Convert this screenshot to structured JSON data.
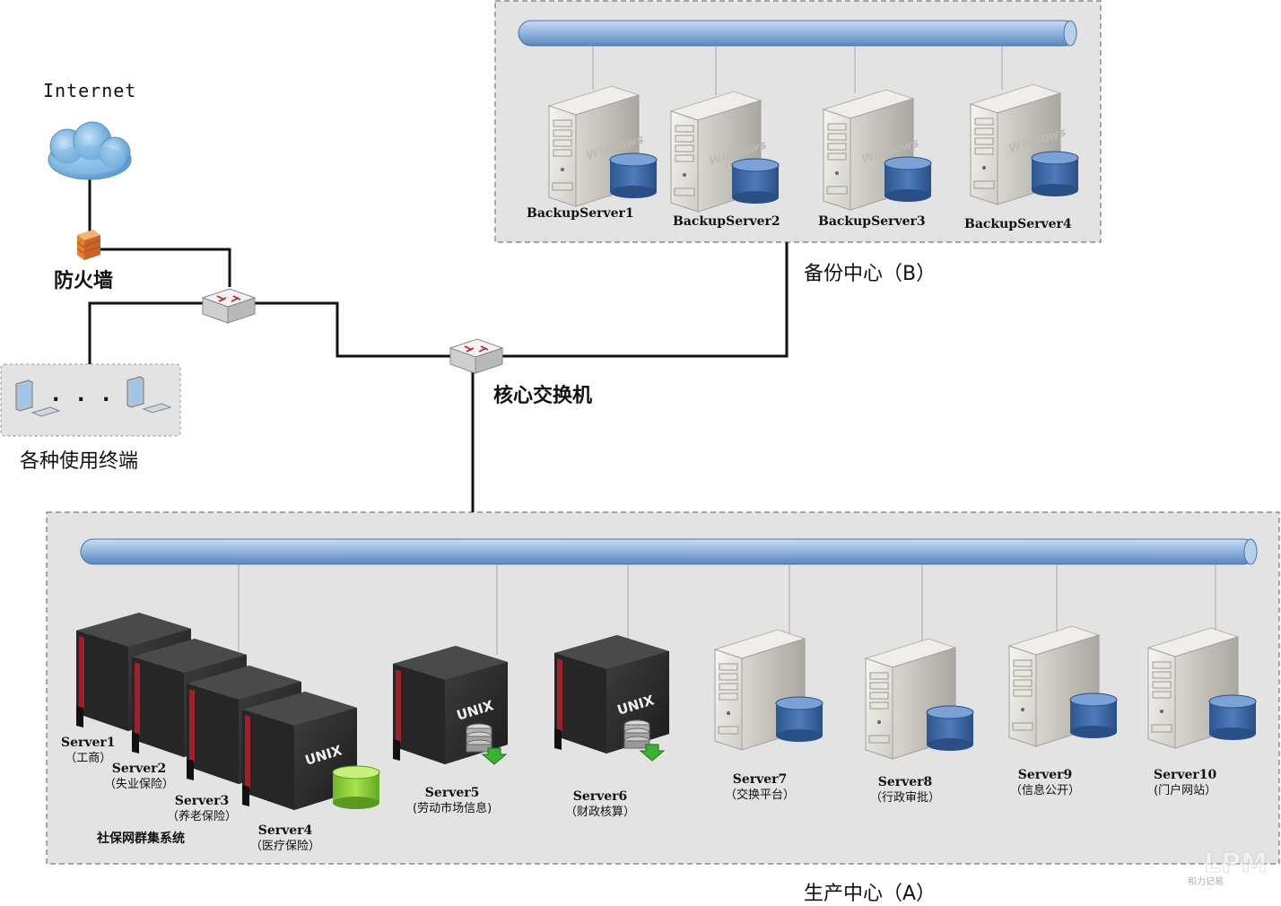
{
  "internet_label": "Internet",
  "firewall_label": "防火墙",
  "terminals_label": "各种使用终端",
  "terminals_dots": ". . .",
  "core_switch_label": "核心交换机",
  "backup_center": {
    "title": "备份中心（B）",
    "servers": [
      {
        "name": "BackupServer1",
        "os": "Windows"
      },
      {
        "name": "BackupServer2",
        "os": "Windows"
      },
      {
        "name": "BackupServer3",
        "os": "Windows"
      },
      {
        "name": "BackupServer4",
        "os": "Windows"
      }
    ]
  },
  "production_center": {
    "title": "生产中心（A）",
    "cluster_label": "社保网群集系统",
    "unix_label": "UNIX",
    "servers": [
      {
        "name": "Server1",
        "desc": "（工商）"
      },
      {
        "name": "Server2",
        "desc": "（失业保险）"
      },
      {
        "name": "Server3",
        "desc": "（养老保险）"
      },
      {
        "name": "Server4",
        "desc": "（医疗保险）"
      },
      {
        "name": "Server5",
        "desc": "(劳动市场信息)"
      },
      {
        "name": "Server6",
        "desc": "（财政核算）"
      },
      {
        "name": "Server7",
        "desc": "（交换平台）"
      },
      {
        "name": "Server8",
        "desc": "（行政审批）"
      },
      {
        "name": "Server9",
        "desc": "（信息公开）"
      },
      {
        "name": "Server10",
        "desc": "(门户网站）"
      }
    ]
  },
  "watermark": "和力记易",
  "colors": {
    "bus": "#8fb4dc",
    "zone": "#e3e3e3",
    "db": "#3e6aa6",
    "unix_body": "#2b2b2b",
    "accent_red": "#a0202a",
    "db_green": "#8cd23a",
    "firewall": "#e3802a"
  }
}
